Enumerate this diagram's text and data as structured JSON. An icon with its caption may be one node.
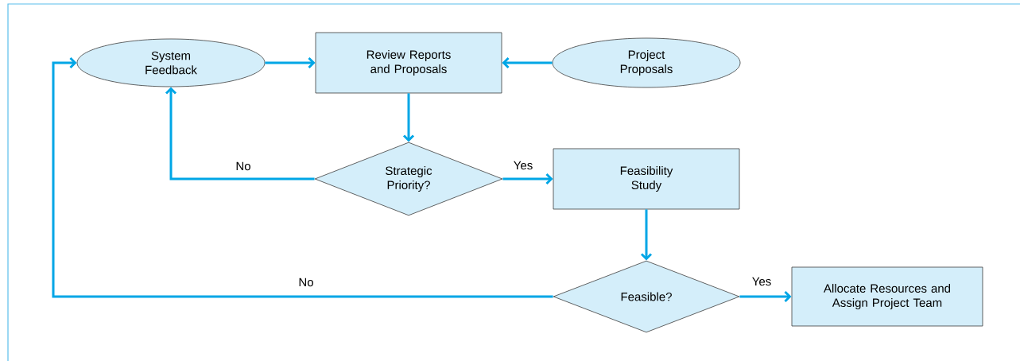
{
  "diagram": {
    "nodes": [
      {
        "text": [
          "System Feedback"
        ]
      },
      {
        "text": [
          "Review Reports and Proposals"
        ]
      },
      {
        "text": [
          "Project Proposals"
        ]
      },
      {
        "text": [
          "Strategic Priority?"
        ]
      },
      {
        "text": [
          "Feasibility Study"
        ]
      },
      {
        "text": [
          "Feasible?"
        ]
      },
      {
        "text": [
          "Allocate Resources and Assign Project Team"
        ]
      }
    ],
    "edges": [
      {
        "from": 0,
        "to": 1,
        "arrow": "to"
      },
      {
        "from": 2,
        "to": 1,
        "arrow": "to"
      },
      {
        "from": 1,
        "to": 3,
        "arrow": "to"
      },
      {
        "from": 3,
        "to": 0,
        "arrow": "to",
        "label": "No"
      },
      {
        "from": 3,
        "to": 4,
        "arrow": "to",
        "label": "Yes"
      },
      {
        "from": 4,
        "to": 5,
        "arrow": "to"
      },
      {
        "from": 5,
        "to": 0,
        "arrow": "to",
        "label": "No"
      },
      {
        "from": 5,
        "to": 6,
        "arrow": "to",
        "label": "Yes"
      }
    ]
  }
}
